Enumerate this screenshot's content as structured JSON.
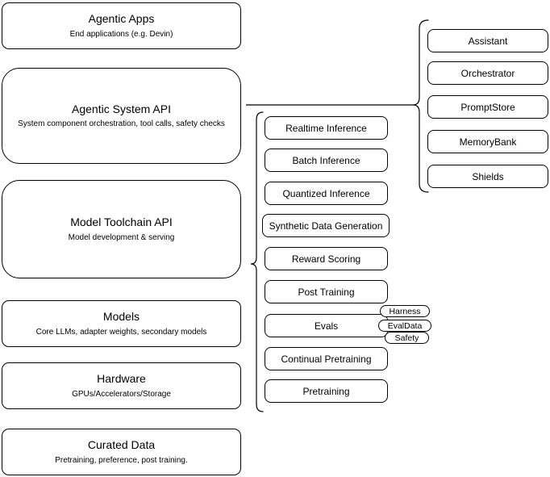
{
  "diagram": {
    "left_stack": [
      {
        "title": "Agentic Apps",
        "subtitle": "End applications (e.g. Devin)"
      },
      {
        "title": "Agentic System API",
        "subtitle": "System component orchestration, tool calls, safety checks"
      },
      {
        "title": "Model Toolchain API",
        "subtitle": "Model development & serving"
      },
      {
        "title": "Models",
        "subtitle": "Core LLMs, adapter weights, secondary models"
      },
      {
        "title": "Hardware",
        "subtitle": "GPUs/Accelerators/Storage"
      },
      {
        "title": "Curated Data",
        "subtitle": "Pretraining, preference, post training."
      }
    ],
    "toolchain_services": [
      "Realtime Inference",
      "Batch Inference",
      "Quantized Inference",
      "Synthetic Data Generation",
      "Reward Scoring",
      "Post Training",
      "Evals",
      "Continual Pretraining",
      "Pretraining"
    ],
    "system_components": [
      "Assistant",
      "Orchestrator",
      "PromptStore",
      "MemoryBank",
      "Shields"
    ],
    "eval_tags": [
      "Harness",
      "EvalData",
      "Safety"
    ],
    "colors": {
      "stroke": "#000000",
      "fill": "#ffffff",
      "text": "#000000",
      "background": "#ffffff"
    }
  }
}
